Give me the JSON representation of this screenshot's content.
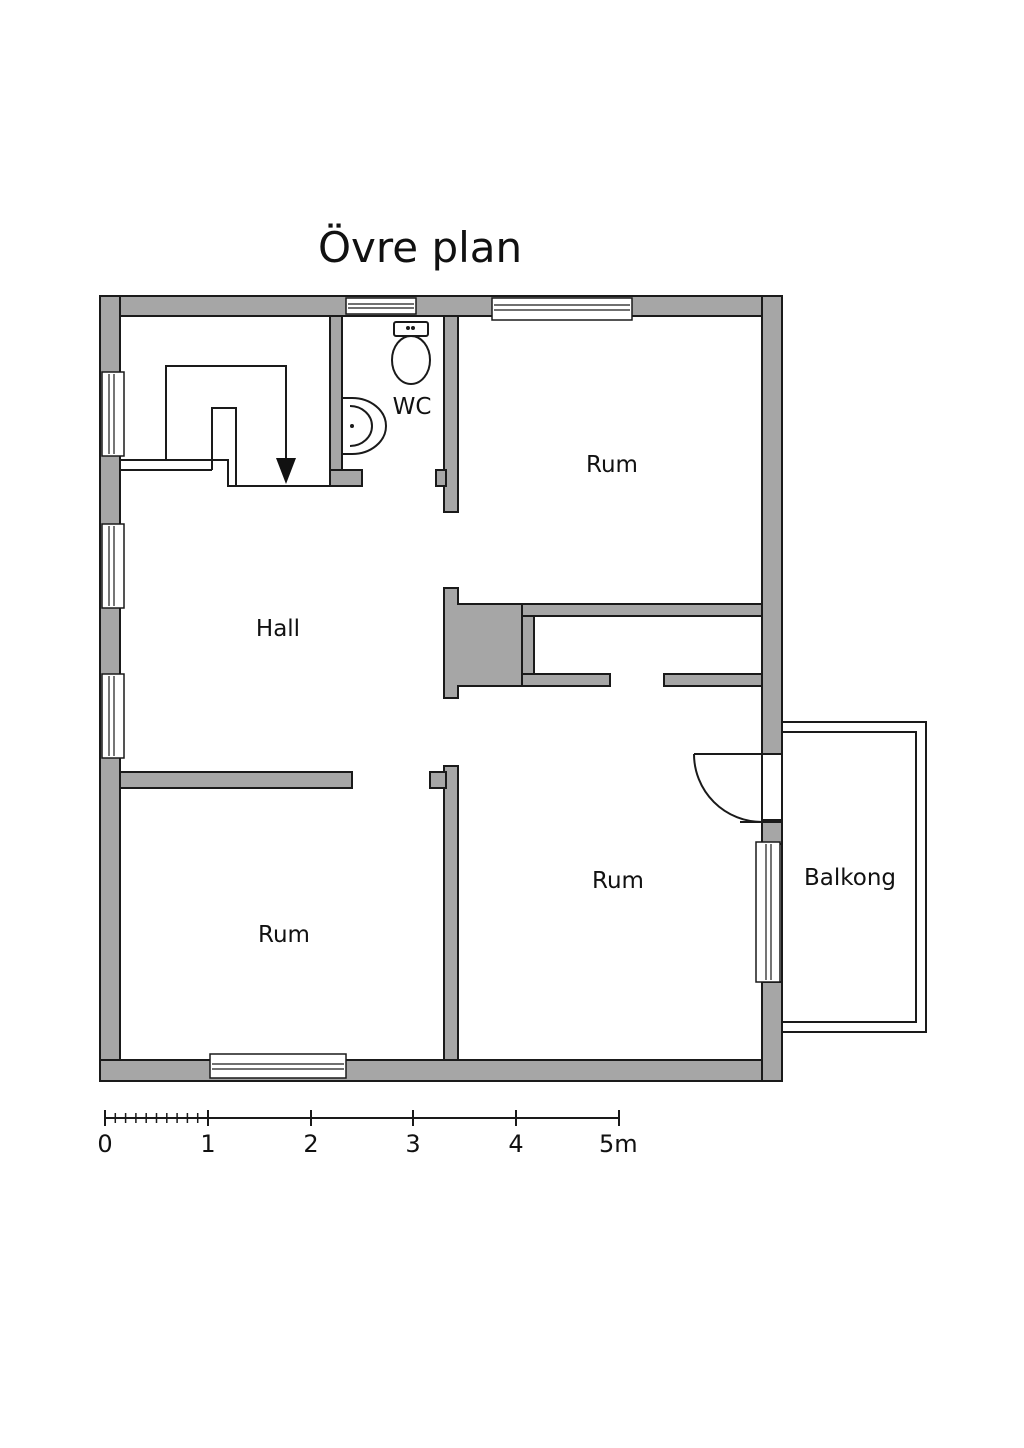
{
  "title": "Övre plan",
  "rooms": {
    "wc": "WC",
    "rum_top": "Rum",
    "hall": "Hall",
    "rum_bottom_left": "Rum",
    "rum_bottom_right": "Rum",
    "balkong": "Balkong"
  },
  "scale": {
    "labels": [
      "0",
      "1",
      "2",
      "3",
      "4",
      "5m"
    ]
  },
  "colors": {
    "wall_fill": "#a6a6a6",
    "line": "#1a1a1a"
  }
}
